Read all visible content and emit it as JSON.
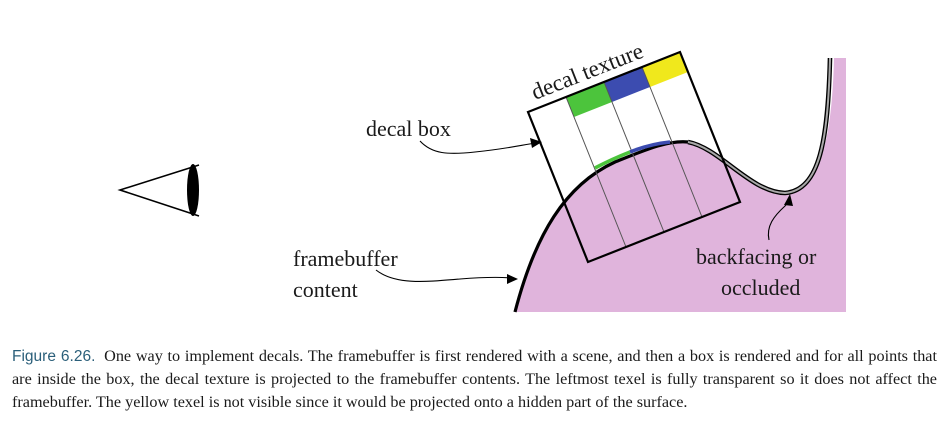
{
  "figure": {
    "labels": {
      "decal_texture": "decal texture",
      "decal_box": "decal box",
      "framebuffer_line1": "framebuffer",
      "framebuffer_line2": "content",
      "backfacing_line1": "backfacing or",
      "backfacing_line2": "occluded"
    },
    "colors": {
      "surface_fill": "#e0b4dc",
      "texel_green": "#4cc43c",
      "texel_blue": "#3c4cb0",
      "texel_yellow": "#f0e81c",
      "backfacing_stroke": "#a8a8a8"
    },
    "icons": [
      "eye-icon"
    ]
  },
  "caption": {
    "label": "Figure 6.26.",
    "text": "One way to implement decals. The framebuffer is first rendered with a scene, and then a box is rendered and for all points that are inside the box, the decal texture is projected to the framebuffer contents. The leftmost texel is fully transparent so it does not affect the framebuffer. The yellow texel is not visible since it would be projected onto a hidden part of the surface."
  }
}
